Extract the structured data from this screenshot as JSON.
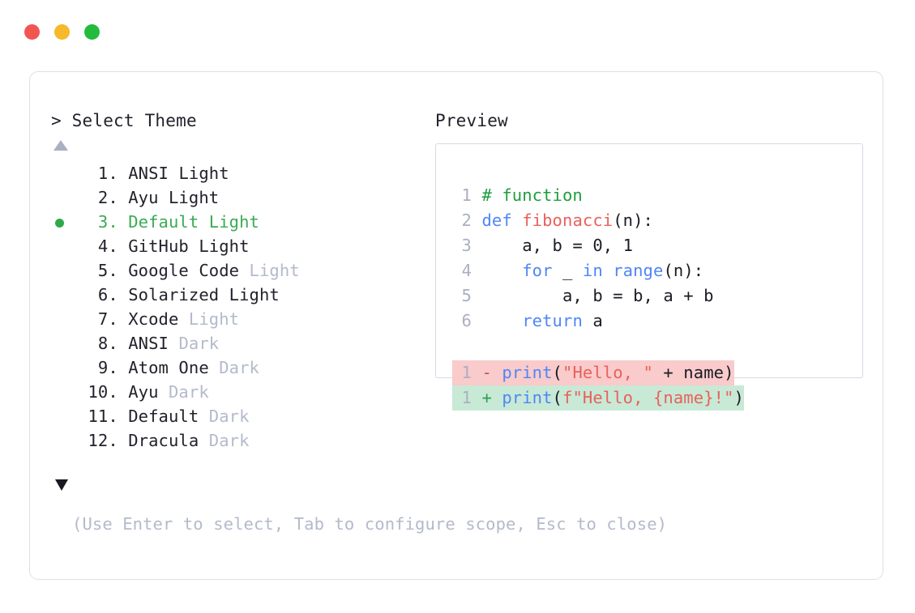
{
  "window": {
    "traffic_lights": [
      {
        "name": "close-button",
        "color": "#f2554f"
      },
      {
        "name": "minimize-button",
        "color": "#f5b92a"
      },
      {
        "name": "maximize-button",
        "color": "#22bb3b"
      }
    ]
  },
  "left": {
    "title": "> Select Theme",
    "scroll_up_icon": "triangle-up",
    "scroll_down_icon": "triangle-down",
    "items": [
      {
        "index": "  1. ",
        "name": "ANSI",
        "variant": " Light",
        "dim": false,
        "selected": false
      },
      {
        "index": "  2. ",
        "name": "Ayu",
        "variant": " Light",
        "dim": false,
        "selected": false
      },
      {
        "index": "  3. ",
        "name": "Default",
        "variant": " Light",
        "dim": false,
        "selected": true
      },
      {
        "index": "  4. ",
        "name": "GitHub",
        "variant": " Light",
        "dim": false,
        "selected": false
      },
      {
        "index": "  5. ",
        "name": "Google Code",
        "variant": " Light",
        "dim": true,
        "selected": false
      },
      {
        "index": "  6. ",
        "name": "Solarized",
        "variant": " Light",
        "dim": false,
        "selected": false
      },
      {
        "index": "  7. ",
        "name": "Xcode",
        "variant": " Light",
        "dim": true,
        "selected": false
      },
      {
        "index": "  8. ",
        "name": "ANSI",
        "variant": " Dark",
        "dim": true,
        "selected": false
      },
      {
        "index": "  9. ",
        "name": "Atom One",
        "variant": " Dark",
        "dim": true,
        "selected": false
      },
      {
        "index": " 10. ",
        "name": "Ayu",
        "variant": " Dark",
        "dim": true,
        "selected": false
      },
      {
        "index": " 11. ",
        "name": "Default",
        "variant": " Dark",
        "dim": true,
        "selected": false
      },
      {
        "index": " 12. ",
        "name": "Dracula",
        "variant": " Dark",
        "dim": true,
        "selected": false
      }
    ],
    "footer_hint": "(Use Enter to select, Tab to configure scope, Esc to close)"
  },
  "right": {
    "title": "Preview",
    "code_lines": [
      {
        "n": "1",
        "tokens": [
          {
            "t": "# function",
            "c": "comment"
          }
        ]
      },
      {
        "n": "2",
        "tokens": [
          {
            "t": "def ",
            "c": "keyword"
          },
          {
            "t": "fibonacci",
            "c": "func"
          },
          {
            "t": "(n):",
            "c": "default"
          }
        ]
      },
      {
        "n": "3",
        "tokens": [
          {
            "t": "    a, b = 0, 1",
            "c": "default"
          }
        ]
      },
      {
        "n": "4",
        "tokens": [
          {
            "t": "    ",
            "c": "default"
          },
          {
            "t": "for",
            "c": "keyword"
          },
          {
            "t": " _ ",
            "c": "default"
          },
          {
            "t": "in range",
            "c": "keyword"
          },
          {
            "t": "(n):",
            "c": "default"
          }
        ]
      },
      {
        "n": "5",
        "tokens": [
          {
            "t": "        a, b = b, a + b",
            "c": "default"
          }
        ]
      },
      {
        "n": "6",
        "tokens": [
          {
            "t": "    ",
            "c": "default"
          },
          {
            "t": "return",
            "c": "keyword"
          },
          {
            "t": " a",
            "c": "default"
          }
        ]
      }
    ],
    "diff_lines": [
      {
        "kind": "del",
        "n": "1",
        "marker": "-",
        "tokens": [
          {
            "t": "print",
            "c": "keyword"
          },
          {
            "t": "(",
            "c": "default"
          },
          {
            "t": "\"Hello, \"",
            "c": "string"
          },
          {
            "t": " + name)",
            "c": "default"
          }
        ]
      },
      {
        "kind": "add",
        "n": "1",
        "marker": "+",
        "tokens": [
          {
            "t": "print",
            "c": "keyword"
          },
          {
            "t": "(",
            "c": "default"
          },
          {
            "t": "f\"Hello, {name}!\"",
            "c": "string"
          },
          {
            "t": ")",
            "c": "default"
          }
        ]
      }
    ]
  },
  "colors": {
    "accent_selected": "#3aab54",
    "dim_text": "#b3bacb",
    "text": "#22222c",
    "comment": "#1f9e3e",
    "keyword": "#4f86f7",
    "function": "#e8615c",
    "string": "#e8615c",
    "diff_del_bg": "#f9cbcb",
    "diff_add_bg": "#c8e9d5",
    "card_border": "#dcdfe6"
  }
}
